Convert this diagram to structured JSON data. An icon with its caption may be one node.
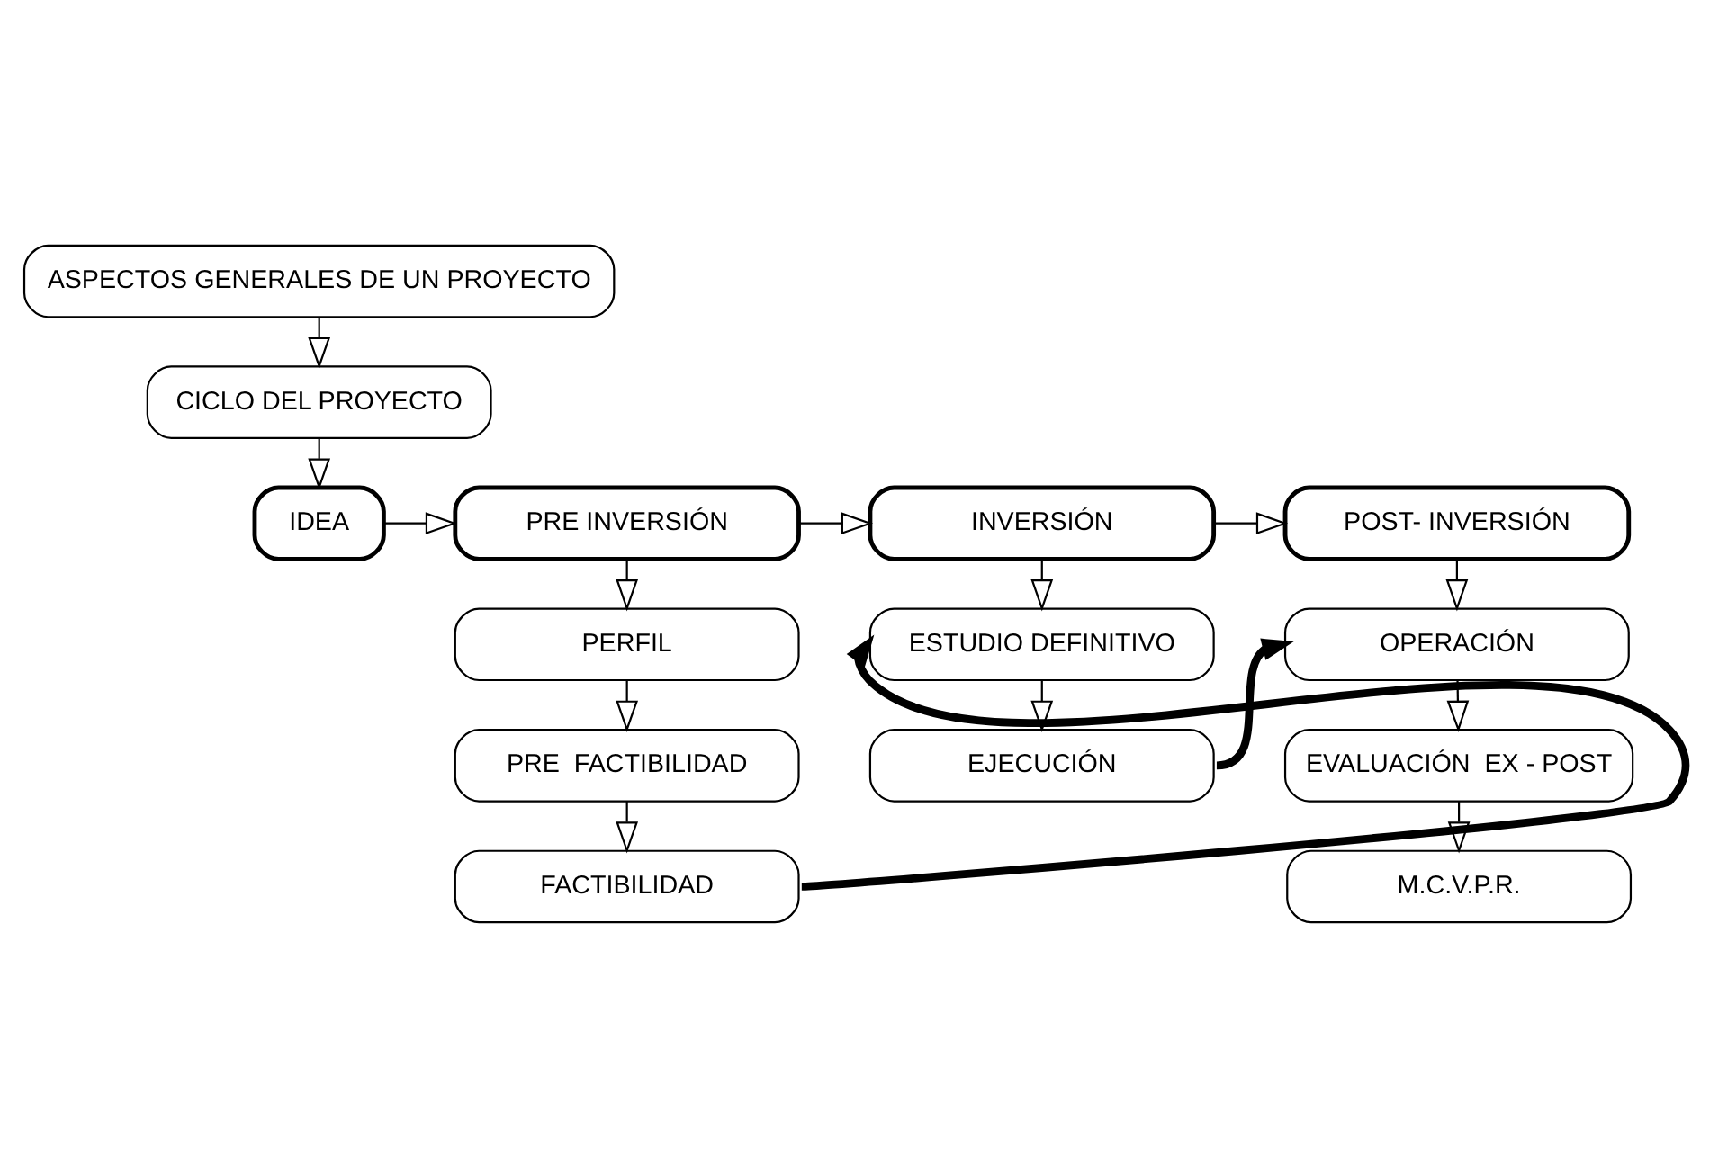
{
  "diagram": {
    "nodes": [
      {
        "text": [
          "ASPECTOS GENERALES DE UN PROYECTO"
        ]
      },
      {
        "text": [
          "CICLO DEL PROYECTO"
        ]
      },
      {
        "text": [
          "IDEA"
        ]
      },
      {
        "text": [
          "PRE INVERSIÓN"
        ]
      },
      {
        "text": [
          "INVERSIÓN"
        ]
      },
      {
        "text": [
          "POST- INVERSIÓN"
        ]
      },
      {
        "text": [
          "PERFIL"
        ]
      },
      {
        "text": [
          "PRE  FACTIBILIDAD"
        ]
      },
      {
        "text": [
          "FACTIBILIDAD"
        ]
      },
      {
        "text": [
          "ESTUDIO DEFINITIVO"
        ]
      },
      {
        "text": [
          "EJECUCIÓN"
        ]
      },
      {
        "text": [
          "OPERACIÓN"
        ]
      },
      {
        "text": [
          "EVALUACIÓN  EX - POST"
        ]
      },
      {
        "text": [
          "M.C.V.P.R."
        ]
      }
    ],
    "edges": [
      {
        "from": 0,
        "to": 1,
        "arrow": "to"
      },
      {
        "from": 1,
        "to": 2,
        "arrow": "to"
      },
      {
        "from": 2,
        "to": 3,
        "arrow": "to"
      },
      {
        "from": 3,
        "to": 4,
        "arrow": "to"
      },
      {
        "from": 4,
        "to": 5,
        "arrow": "to"
      },
      {
        "from": 3,
        "to": 6,
        "arrow": "to"
      },
      {
        "from": 6,
        "to": 7,
        "arrow": "to"
      },
      {
        "from": 7,
        "to": 8,
        "arrow": "to"
      },
      {
        "from": 4,
        "to": 9,
        "arrow": "to"
      },
      {
        "from": 9,
        "to": 10,
        "arrow": "to"
      },
      {
        "from": 5,
        "to": 11,
        "arrow": "to"
      },
      {
        "from": 11,
        "to": 12,
        "arrow": "to"
      },
      {
        "from": 12,
        "to": 13,
        "arrow": "to"
      },
      {
        "from": 8,
        "to": 9,
        "arrow": "to",
        "style": "thick"
      },
      {
        "from": 10,
        "to": 11,
        "arrow": "to",
        "style": "thick"
      }
    ]
  }
}
